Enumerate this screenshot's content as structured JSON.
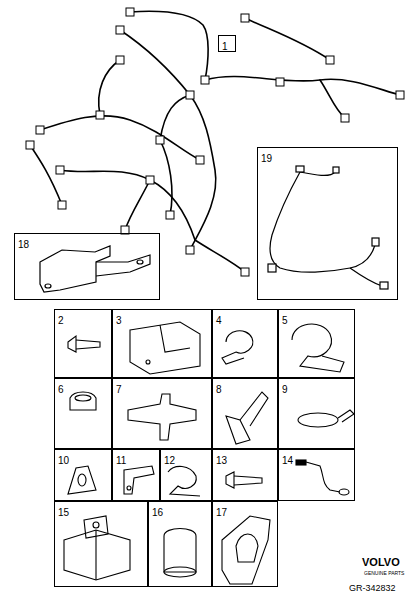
{
  "diagram": {
    "nodes": [
      {
        "text": [
          "1"
        ]
      },
      {
        "text": [
          "19"
        ]
      },
      {
        "text": [
          "18"
        ]
      },
      {
        "text": [
          "2"
        ]
      },
      {
        "text": [
          "3"
        ]
      },
      {
        "text": [
          "4"
        ]
      },
      {
        "text": [
          "5"
        ]
      },
      {
        "text": [
          "6"
        ]
      },
      {
        "text": [
          "7"
        ]
      },
      {
        "text": [
          "8"
        ]
      },
      {
        "text": [
          "9"
        ]
      },
      {
        "text": [
          "10"
        ]
      },
      {
        "text": [
          "11"
        ]
      },
      {
        "text": [
          "12"
        ]
      },
      {
        "text": [
          "13"
        ]
      },
      {
        "text": [
          "14"
        ]
      },
      {
        "text": [
          "15"
        ]
      },
      {
        "text": [
          "16"
        ]
      },
      {
        "text": [
          "17"
        ]
      }
    ],
    "edges": [],
    "labels": [
      "VOLVO",
      "GENUINE PARTS",
      "GR-342832"
    ]
  }
}
